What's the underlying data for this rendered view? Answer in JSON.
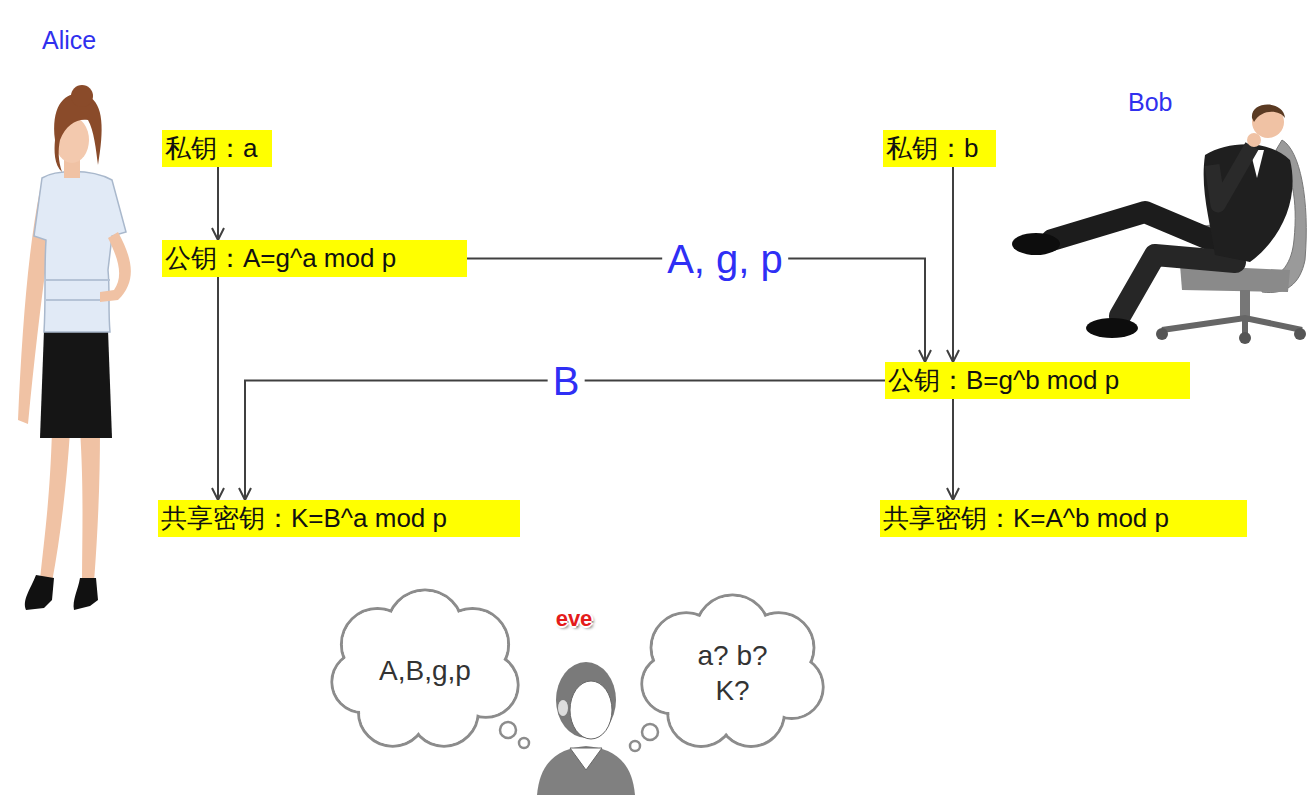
{
  "diagram": {
    "nodes": [
      {
        "text": [
          "私钥：a"
        ]
      },
      {
        "text": [
          "私钥：b"
        ]
      },
      {
        "text": [
          "公钥：A=g^a mod p"
        ]
      },
      {
        "text": [
          "公钥：B=g^b mod p"
        ]
      },
      {
        "text": [
          "共享密钥：K=B^a mod p"
        ]
      },
      {
        "text": [
          "共享密钥：K=A^b mod p"
        ]
      },
      {
        "text": [
          "A,B,g,p"
        ]
      },
      {
        "text": [
          "a? b? K?"
        ]
      }
    ],
    "edges": [
      {
        "from": 0,
        "to": 2,
        "arrow": "to"
      },
      {
        "from": 1,
        "to": 3,
        "arrow": "to"
      },
      {
        "from": 2,
        "to": 3,
        "label": "A, g, p",
        "arrow": "to"
      },
      {
        "from": 3,
        "to": 4,
        "label": "B",
        "arrow": "to"
      },
      {
        "from": 2,
        "to": 4,
        "arrow": "to"
      },
      {
        "from": 3,
        "to": 5,
        "arrow": "to"
      }
    ],
    "labels": [
      "Alice",
      "Bob",
      "eve"
    ]
  }
}
